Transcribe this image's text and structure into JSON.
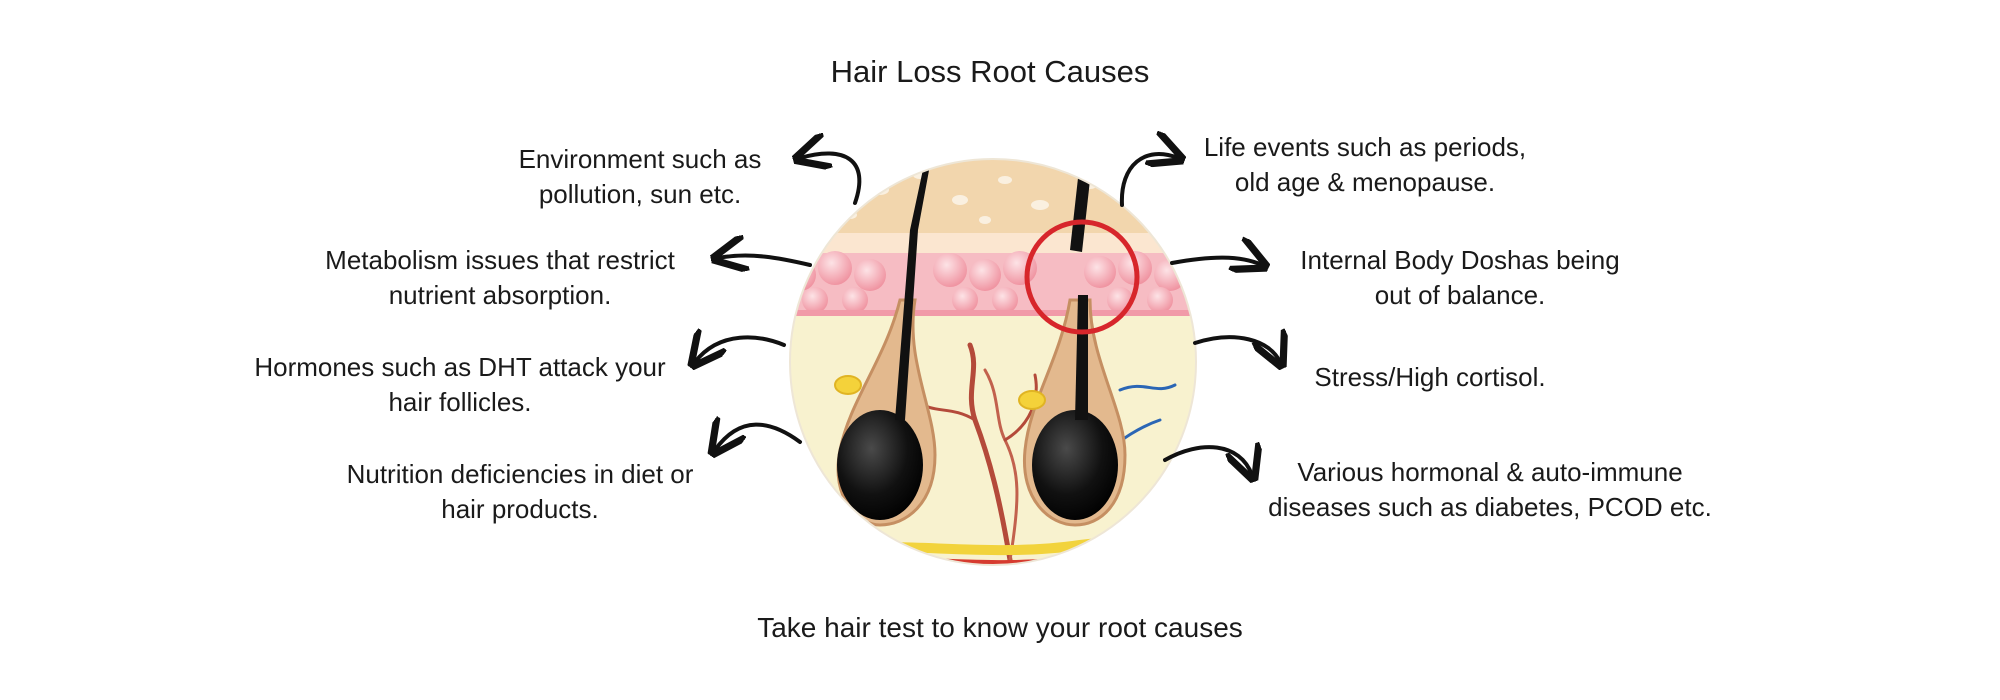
{
  "title": "Hair Loss Root Causes",
  "causes_left": [
    {
      "line1": "Environment such as",
      "line2": "pollution, sun  etc."
    },
    {
      "line1": "Metabolism issues that restrict",
      "line2": "nutrient absorption."
    },
    {
      "line1": "Hormones such as DHT attack your",
      "line2": "hair follicles."
    },
    {
      "line1": "Nutrition deficiencies in diet or",
      "line2": "hair products."
    }
  ],
  "causes_right": [
    {
      "line1": "Life events such as periods,",
      "line2": "old age & menopause."
    },
    {
      "line1": "Internal Body Doshas being",
      "line2": "out of balance."
    },
    {
      "line1": "Stress/High cortisol.",
      "line2": ""
    },
    {
      "line1": "Various hormonal & auto-immune",
      "line2": "diseases such as diabetes, PCOD etc."
    }
  ],
  "cta": "Take hair test to know your root causes",
  "colors": {
    "text": "#1a1a1a",
    "arrow": "#111111",
    "highlight_ring": "#d7262b",
    "skin_top": "#f3dcb8",
    "dermis_pink": "#f4a9b3",
    "subcutis": "#f7f0c8",
    "follicle_bulb": "#0d0d0d"
  },
  "icons": [
    "hair-follicle-illustration",
    "curved-arrow-icon",
    "highlight-ring-icon"
  ]
}
